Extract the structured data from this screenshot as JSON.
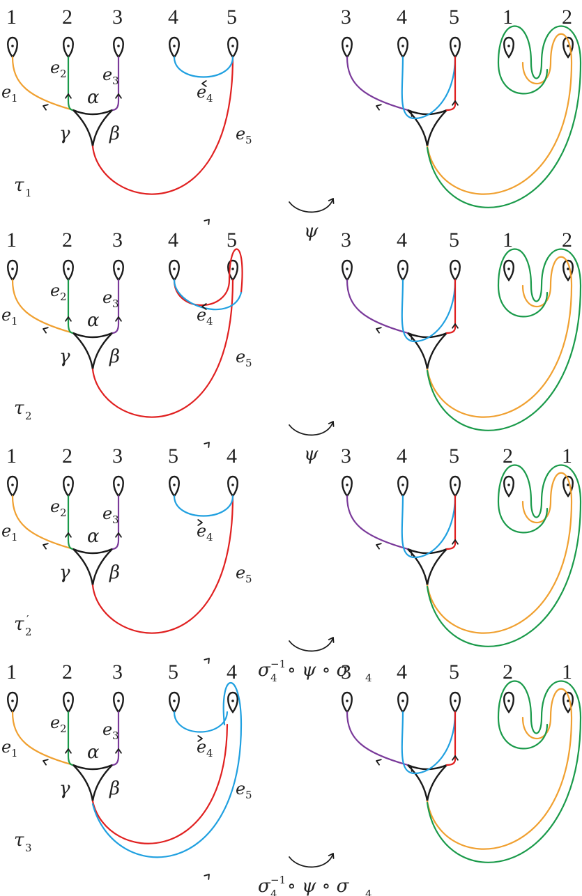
{
  "colors": {
    "black": "#1a1a1a",
    "orange": "#f0a030",
    "green": "#1a9a4a",
    "purple": "#7a3a9a",
    "blue": "#20a0e0",
    "red": "#e02020"
  },
  "rows": [
    {
      "left_numbers": [
        "1",
        "2",
        "3",
        "4",
        "5"
      ],
      "right_numbers": [
        "3",
        "4",
        "5",
        "1",
        "2"
      ],
      "tau_symbol": "τ",
      "tau_sub": "1",
      "tau_prime": "",
      "edge_symbol": "e",
      "edge_subs": [
        "1",
        "2",
        "3",
        "4",
        "5"
      ],
      "alpha": "α",
      "beta": "β",
      "gamma": "γ",
      "op_main": "ψ",
      "op_pre": "",
      "op_sup": "",
      "op_post": ""
    },
    {
      "left_numbers": [
        "1",
        "2",
        "3",
        "4",
        "5"
      ],
      "right_numbers": [
        "3",
        "4",
        "5",
        "1",
        "2"
      ],
      "tau_symbol": "τ",
      "tau_sub": "2",
      "tau_prime": "",
      "edge_symbol": "e",
      "edge_subs": [
        "1",
        "2",
        "3",
        "4",
        "5"
      ],
      "alpha": "α",
      "beta": "β",
      "gamma": "γ",
      "op_main": "ψ",
      "op_pre": "",
      "op_sup": "",
      "op_post": ""
    },
    {
      "left_numbers": [
        "1",
        "2",
        "3",
        "5",
        "4"
      ],
      "right_numbers": [
        "3",
        "4",
        "5",
        "2",
        "1"
      ],
      "tau_symbol": "τ",
      "tau_sub": "2",
      "tau_prime": "′",
      "edge_symbol": "e",
      "edge_subs": [
        "1",
        "2",
        "3",
        "4",
        "5"
      ],
      "alpha": "α",
      "beta": "β",
      "gamma": "γ",
      "op_main": "σ",
      "op_pre": "4",
      "op_sup": "−1",
      "op_post": "∘ ψ ∘ σ"
    },
    {
      "left_numbers": [
        "1",
        "2",
        "3",
        "5",
        "4"
      ],
      "right_numbers": [
        "3",
        "4",
        "5",
        "2",
        "1"
      ],
      "tau_symbol": "τ",
      "tau_sub": "3",
      "tau_prime": "",
      "edge_symbol": "e",
      "edge_subs": [
        "1",
        "2",
        "3",
        "4",
        "5"
      ],
      "alpha": "α",
      "beta": "β",
      "gamma": "γ",
      "op_main": "σ",
      "op_pre": "4",
      "op_sup": "−1",
      "op_post": "∘ ψ ∘ σ"
    }
  ]
}
